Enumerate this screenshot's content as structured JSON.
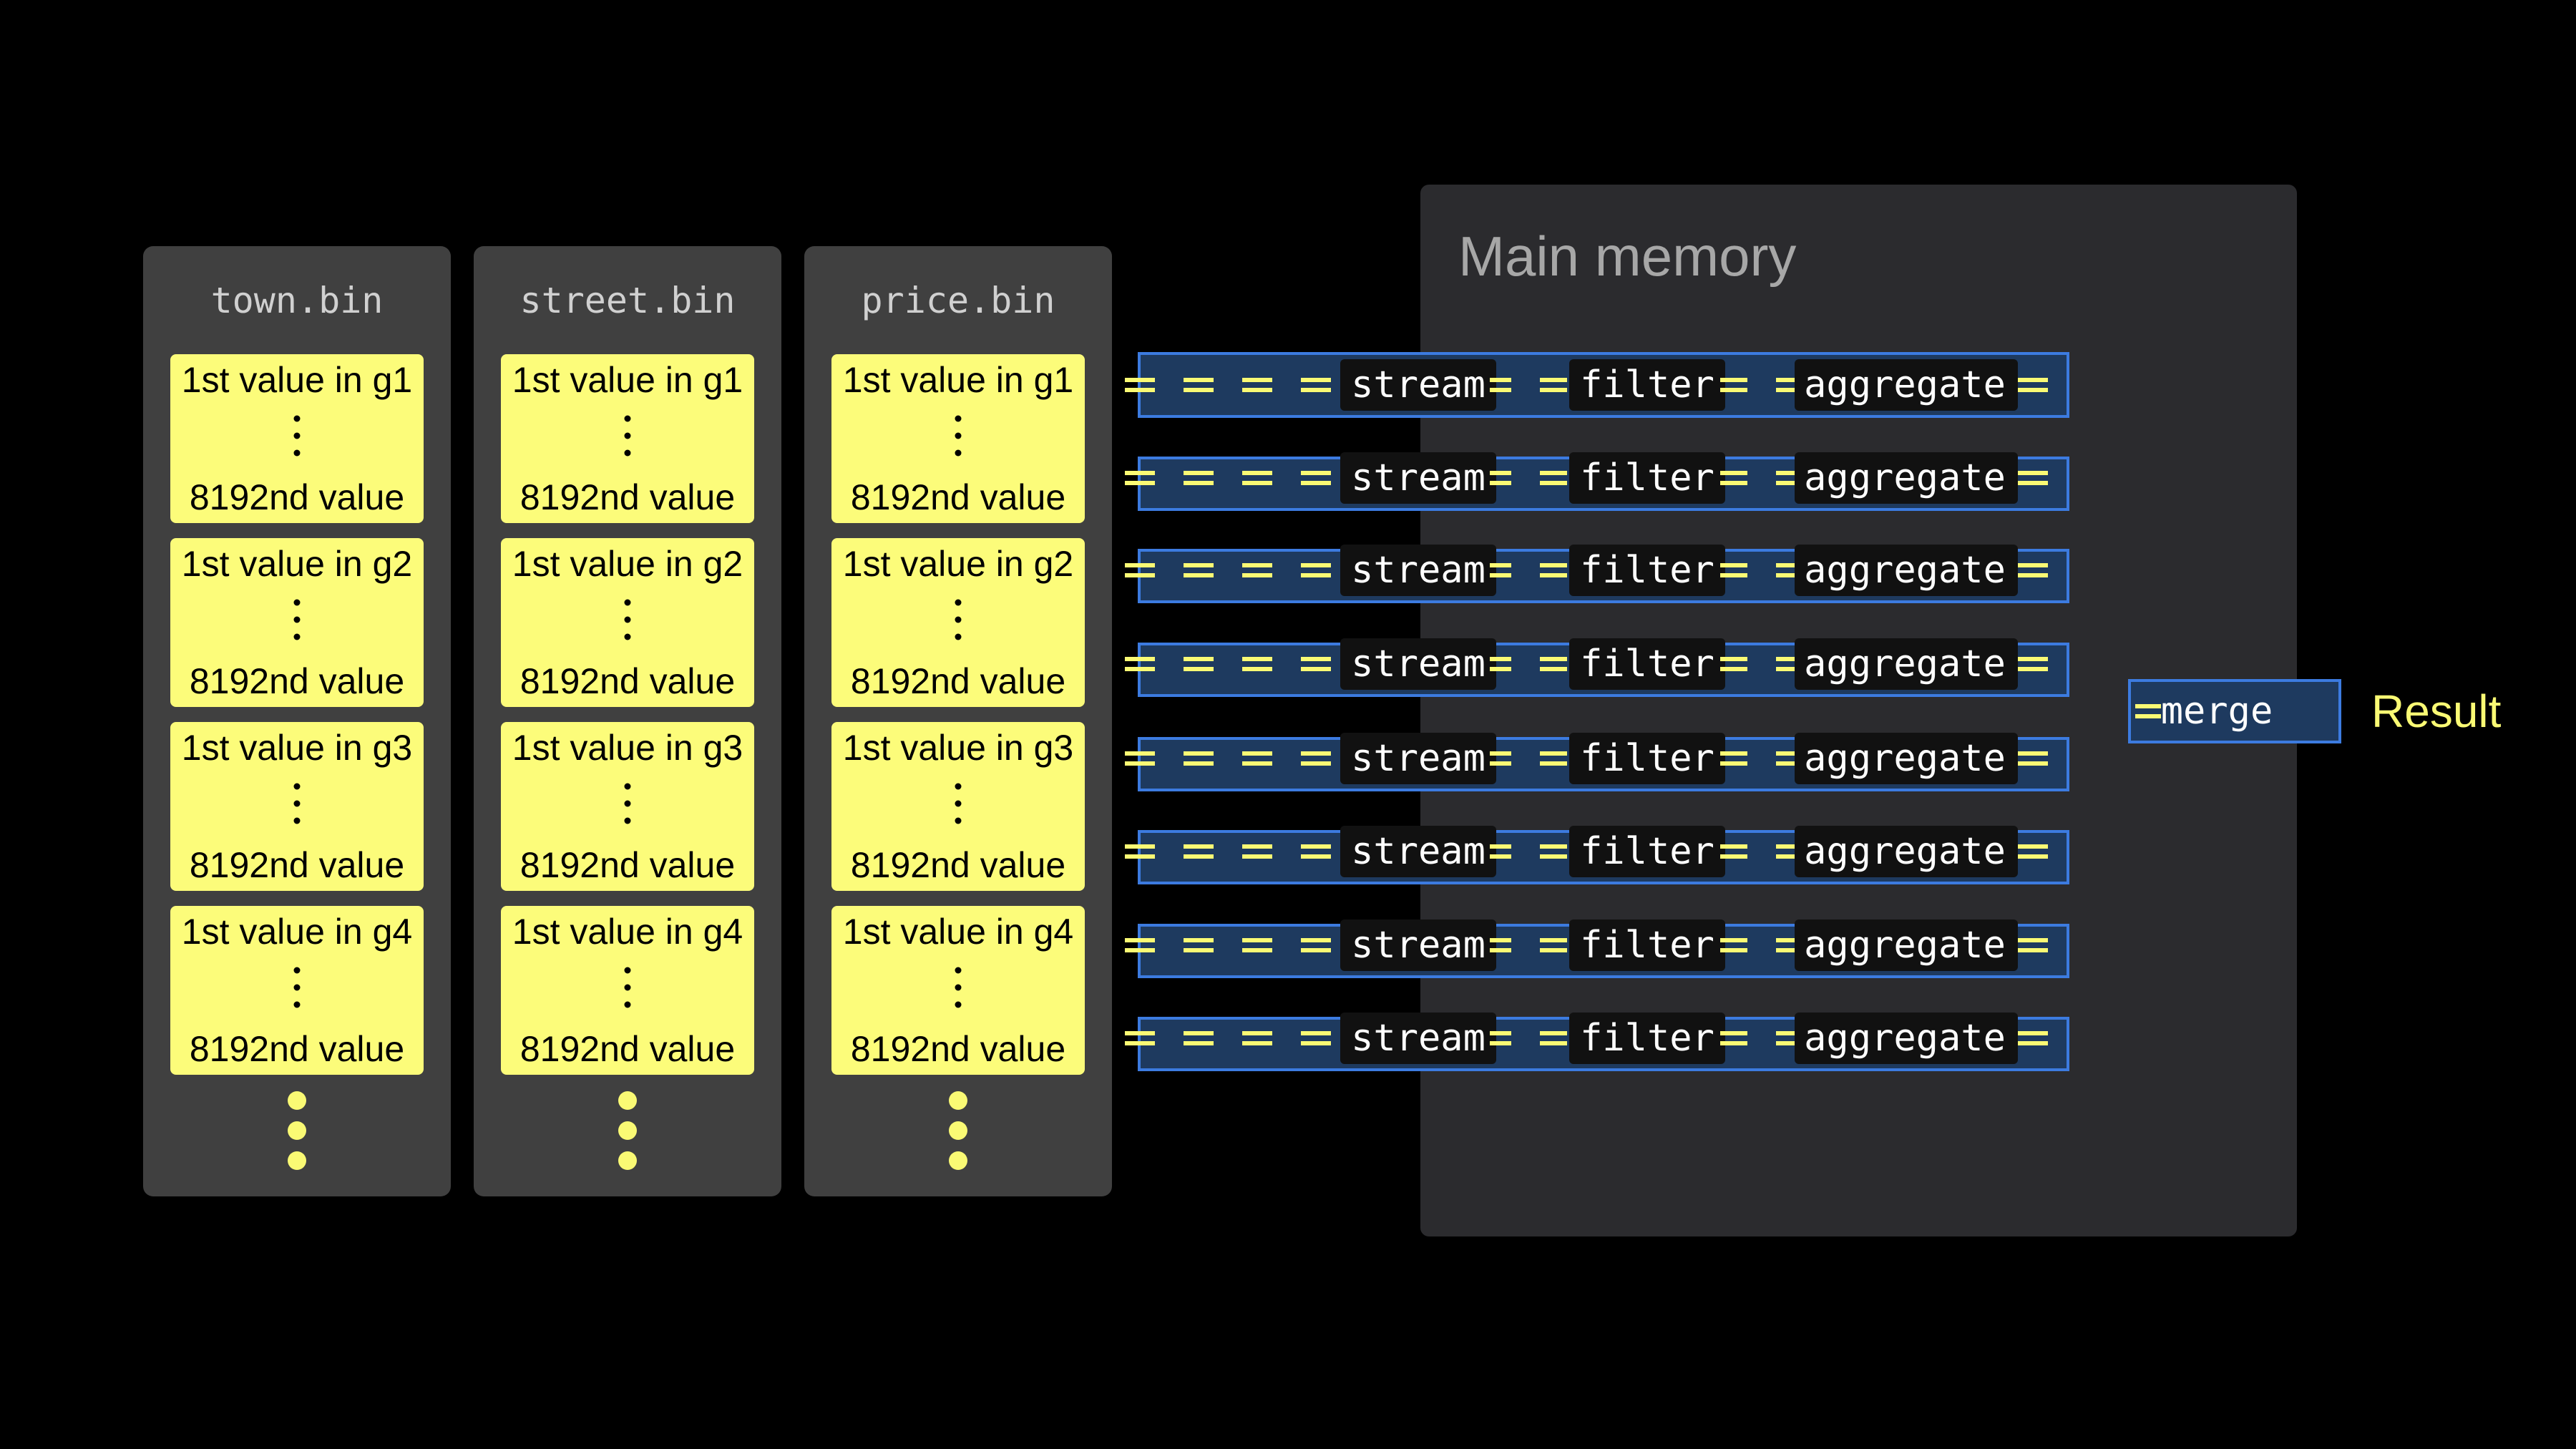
{
  "columns": [
    {
      "file": "town.bin",
      "granules": [
        {
          "first": "1st value in g1",
          "last": "8192nd value"
        },
        {
          "first": "1st value in g2",
          "last": "8192nd value"
        },
        {
          "first": "1st value in g3",
          "last": "8192nd value"
        },
        {
          "first": "1st value in g4",
          "last": "8192nd value"
        }
      ]
    },
    {
      "file": "street.bin",
      "granules": [
        {
          "first": "1st value in g1",
          "last": "8192nd value"
        },
        {
          "first": "1st value in g2",
          "last": "8192nd value"
        },
        {
          "first": "1st value in g3",
          "last": "8192nd value"
        },
        {
          "first": "1st value in g4",
          "last": "8192nd value"
        }
      ]
    },
    {
      "file": "price.bin",
      "granules": [
        {
          "first": "1st value in g1",
          "last": "8192nd value"
        },
        {
          "first": "1st value in g2",
          "last": "8192nd value"
        },
        {
          "first": "1st value in g3",
          "last": "8192nd value"
        },
        {
          "first": "1st value in g4",
          "last": "8192nd value"
        }
      ]
    }
  ],
  "memory": {
    "title": "Main memory",
    "lanes": [
      {
        "stream": "stream",
        "filter": "filter",
        "aggregate": "aggregate"
      },
      {
        "stream": "stream",
        "filter": "filter",
        "aggregate": "aggregate"
      },
      {
        "stream": "stream",
        "filter": "filter",
        "aggregate": "aggregate"
      },
      {
        "stream": "stream",
        "filter": "filter",
        "aggregate": "aggregate"
      },
      {
        "stream": "stream",
        "filter": "filter",
        "aggregate": "aggregate"
      },
      {
        "stream": "stream",
        "filter": "filter",
        "aggregate": "aggregate"
      },
      {
        "stream": "stream",
        "filter": "filter",
        "aggregate": "aggregate"
      },
      {
        "stream": "stream",
        "filter": "filter",
        "aggregate": "aggregate"
      }
    ],
    "merge": "merge"
  },
  "result": "Result",
  "colors": {
    "background": "#000000",
    "panel": "#404040",
    "memory_panel": "#2b2b2e",
    "granule": "#fcfc7a",
    "pipeline_fill": "#1e3a5f",
    "pipeline_stroke": "#3c7be0",
    "chip": "#111111",
    "accent_yellow": "#fafa74",
    "file_label": "#d0d0d0",
    "memory_title": "#a7a7a7"
  }
}
